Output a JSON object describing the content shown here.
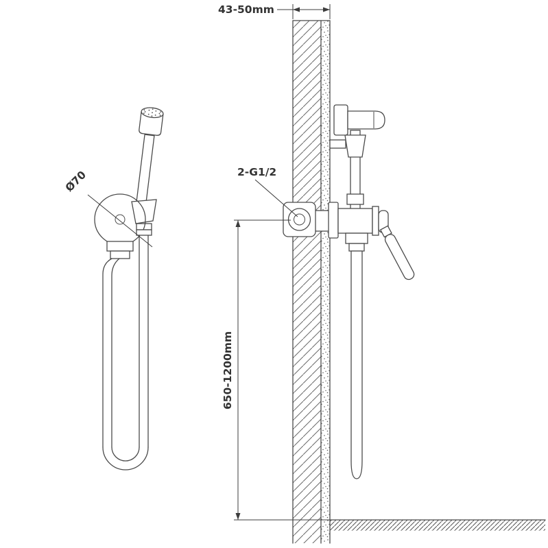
{
  "drawing": {
    "labels": {
      "wall_thickness": "43-50mm",
      "inlet_connection": "2-G1/2",
      "escutcheon_diameter": "Ø70",
      "installation_height": "650-1200mm"
    },
    "colors": {
      "line": "#4a4a4a",
      "text": "#333333",
      "background": "#ffffff"
    }
  }
}
